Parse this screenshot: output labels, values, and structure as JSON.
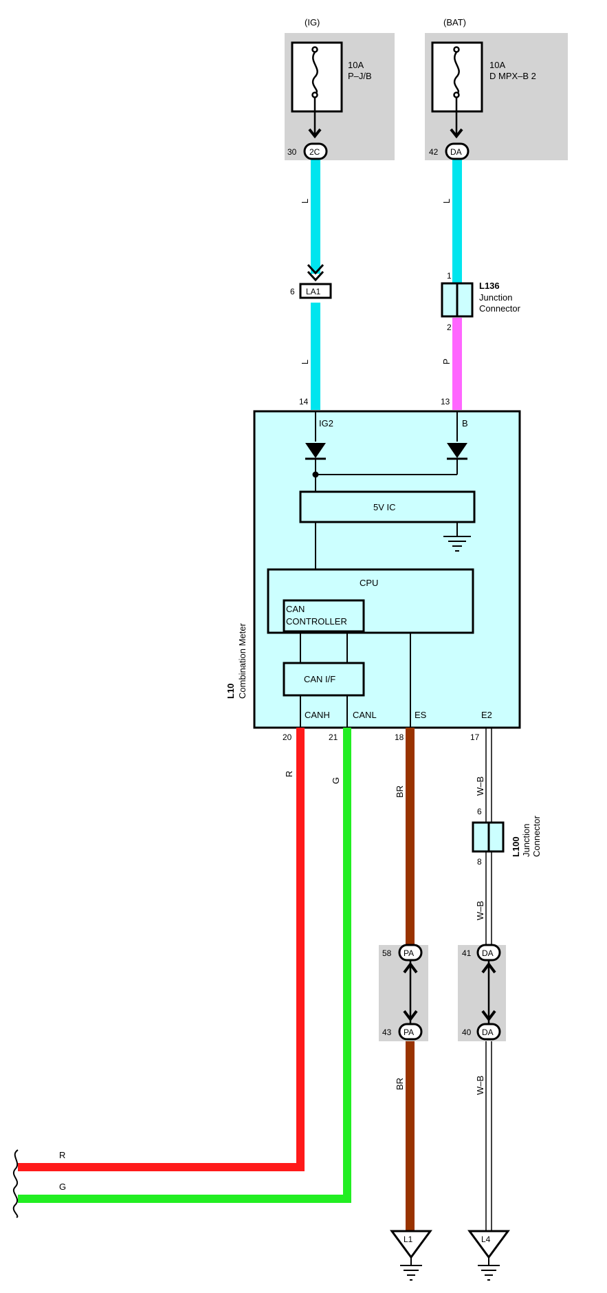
{
  "fuses": {
    "ig": {
      "source": "(IG)",
      "rating": "10A",
      "name": "P–J/B",
      "pin": "30",
      "connector": "2C"
    },
    "bat": {
      "source": "(BAT)",
      "rating": "10A",
      "name": "D MPX–B 2",
      "pin": "42",
      "connector": "DA"
    }
  },
  "wires": {
    "ig_upper": "L",
    "bat_upper": "L",
    "ig_lower": "L",
    "bat_lower": "P",
    "canh": "R",
    "canl": "G",
    "es": "BR",
    "e2_upper": "W–B",
    "e2_mid": "W–B",
    "es_lower": "BR",
    "e2_lower": "W–B",
    "bottom_r": "R",
    "bottom_g": "G"
  },
  "connectors": {
    "la1": {
      "name": "LA1",
      "pin": "6"
    },
    "l136": {
      "code": "L136",
      "line1": "Junction",
      "line2": "Connector",
      "pin_in": "1",
      "pin_out": "2"
    },
    "l100": {
      "code": "L100",
      "line1": "Junction",
      "line2": "Connector",
      "pin_in": "6",
      "pin_out": "8"
    },
    "pa": {
      "name": "PA",
      "pin_top": "58",
      "pin_bottom": "43"
    },
    "da": {
      "name": "DA",
      "pin_top": "41",
      "pin_bottom": "40"
    }
  },
  "meter": {
    "code": "L10",
    "name": "Combination Meter",
    "pin_ig2": "14",
    "pin_b": "13",
    "term_ig2": "IG2",
    "term_b": "B",
    "ic": "5V IC",
    "cpu": "CPU",
    "can_controller_1": "CAN",
    "can_controller_2": "CONTROLLER",
    "can_if": "CAN I/F",
    "terms_bottom": [
      "CANH",
      "CANL",
      "ES",
      "E2"
    ],
    "pins_bottom": [
      "20",
      "21",
      "18",
      "17"
    ]
  },
  "grounds": {
    "es": "L1",
    "e2": "L4"
  },
  "colors": {
    "l_blue": "#00e5ee",
    "p_pink": "#ff66ff",
    "r_red": "#ff1a1a",
    "g_green": "#22ee22",
    "br_brown": "#993300",
    "box_fill": "#ccffff",
    "gray_zone": "#d3d3d3"
  }
}
